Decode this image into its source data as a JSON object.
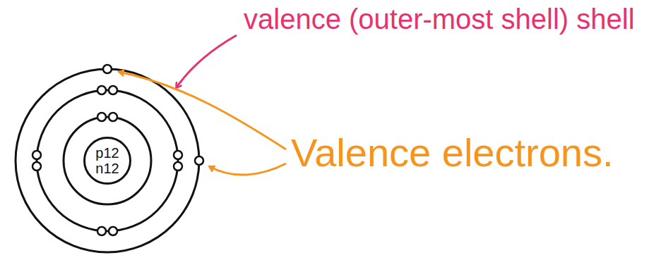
{
  "diagram": {
    "nodes": [
      {
        "text": [
          "p12",
          "n12"
        ]
      }
    ],
    "labels": [
      "valence (outer-most shell) shell",
      "Valence electrons."
    ]
  }
}
